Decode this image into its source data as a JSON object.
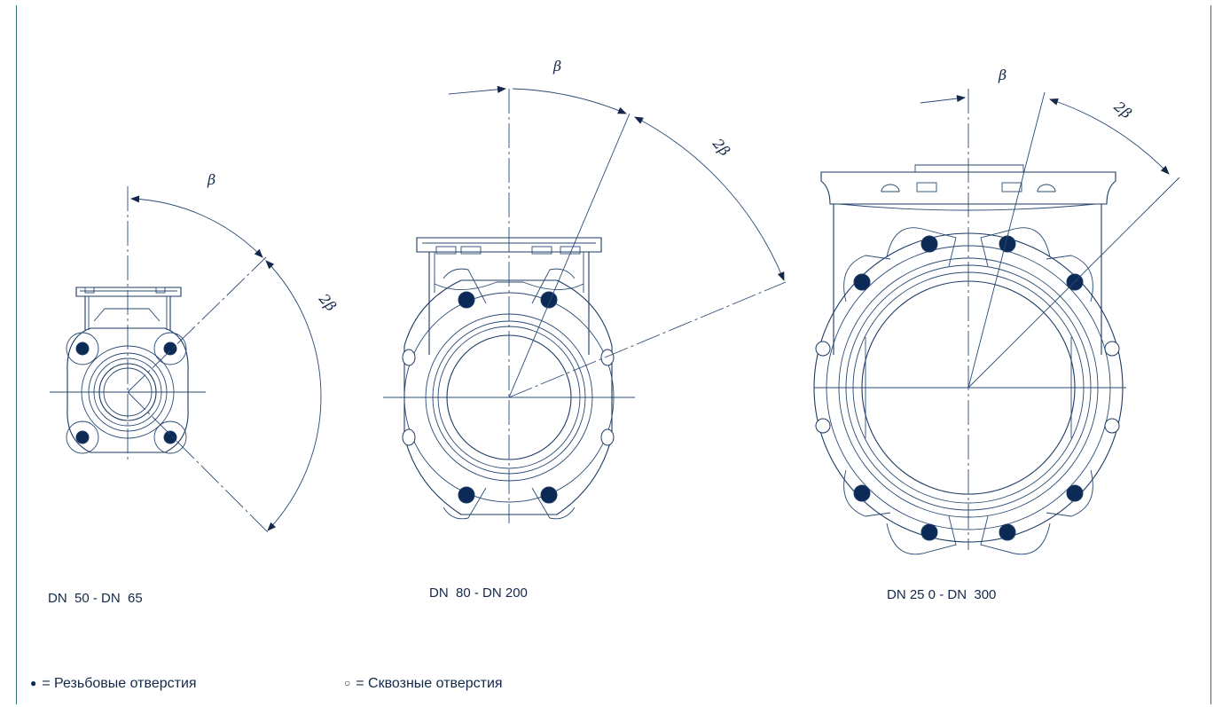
{
  "captions": {
    "small": "DN  50 - DN  65",
    "medium": "DN  80 - DN 200",
    "large": "DN 25 0 - DN  300"
  },
  "angles": {
    "beta": "β",
    "two_beta": "2β"
  },
  "legend": {
    "threaded_symbol": "●",
    "threaded_label": "= Резьбовые отверстия",
    "through_symbol": "○",
    "through_label": "= Сквозные отверстия"
  },
  "colors": {
    "frame": "#2c6f7a",
    "ink": "#1c3a63",
    "bolt_fill": "#0b2a55",
    "text": "#13284a"
  }
}
